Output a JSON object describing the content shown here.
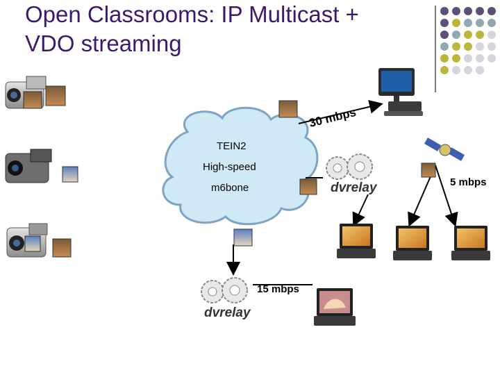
{
  "slide": {
    "title_line1": "Open Classrooms: IP Multicast +",
    "title_line2": "VDO streaming"
  },
  "cloud": {
    "line1": "TEIN2",
    "line2": "High-speed",
    "line3": "m6bone"
  },
  "links": {
    "rate_top": "30 mbps",
    "rate_satellite": "5 mbps",
    "rate_bottom": "15 mbps"
  },
  "relays": {
    "top_label": "dvrelay",
    "bottom_label": "dvrelay"
  },
  "colors": {
    "title": "#3b1a6b",
    "cloud_fill": "#cfe9f7",
    "cloud_stroke": "#7fa3c2",
    "dot_purple": "#5e4f77",
    "dot_teal": "#8eaab0",
    "dot_olive": "#b9b83b",
    "dot_grey": "#d6d4dc"
  }
}
